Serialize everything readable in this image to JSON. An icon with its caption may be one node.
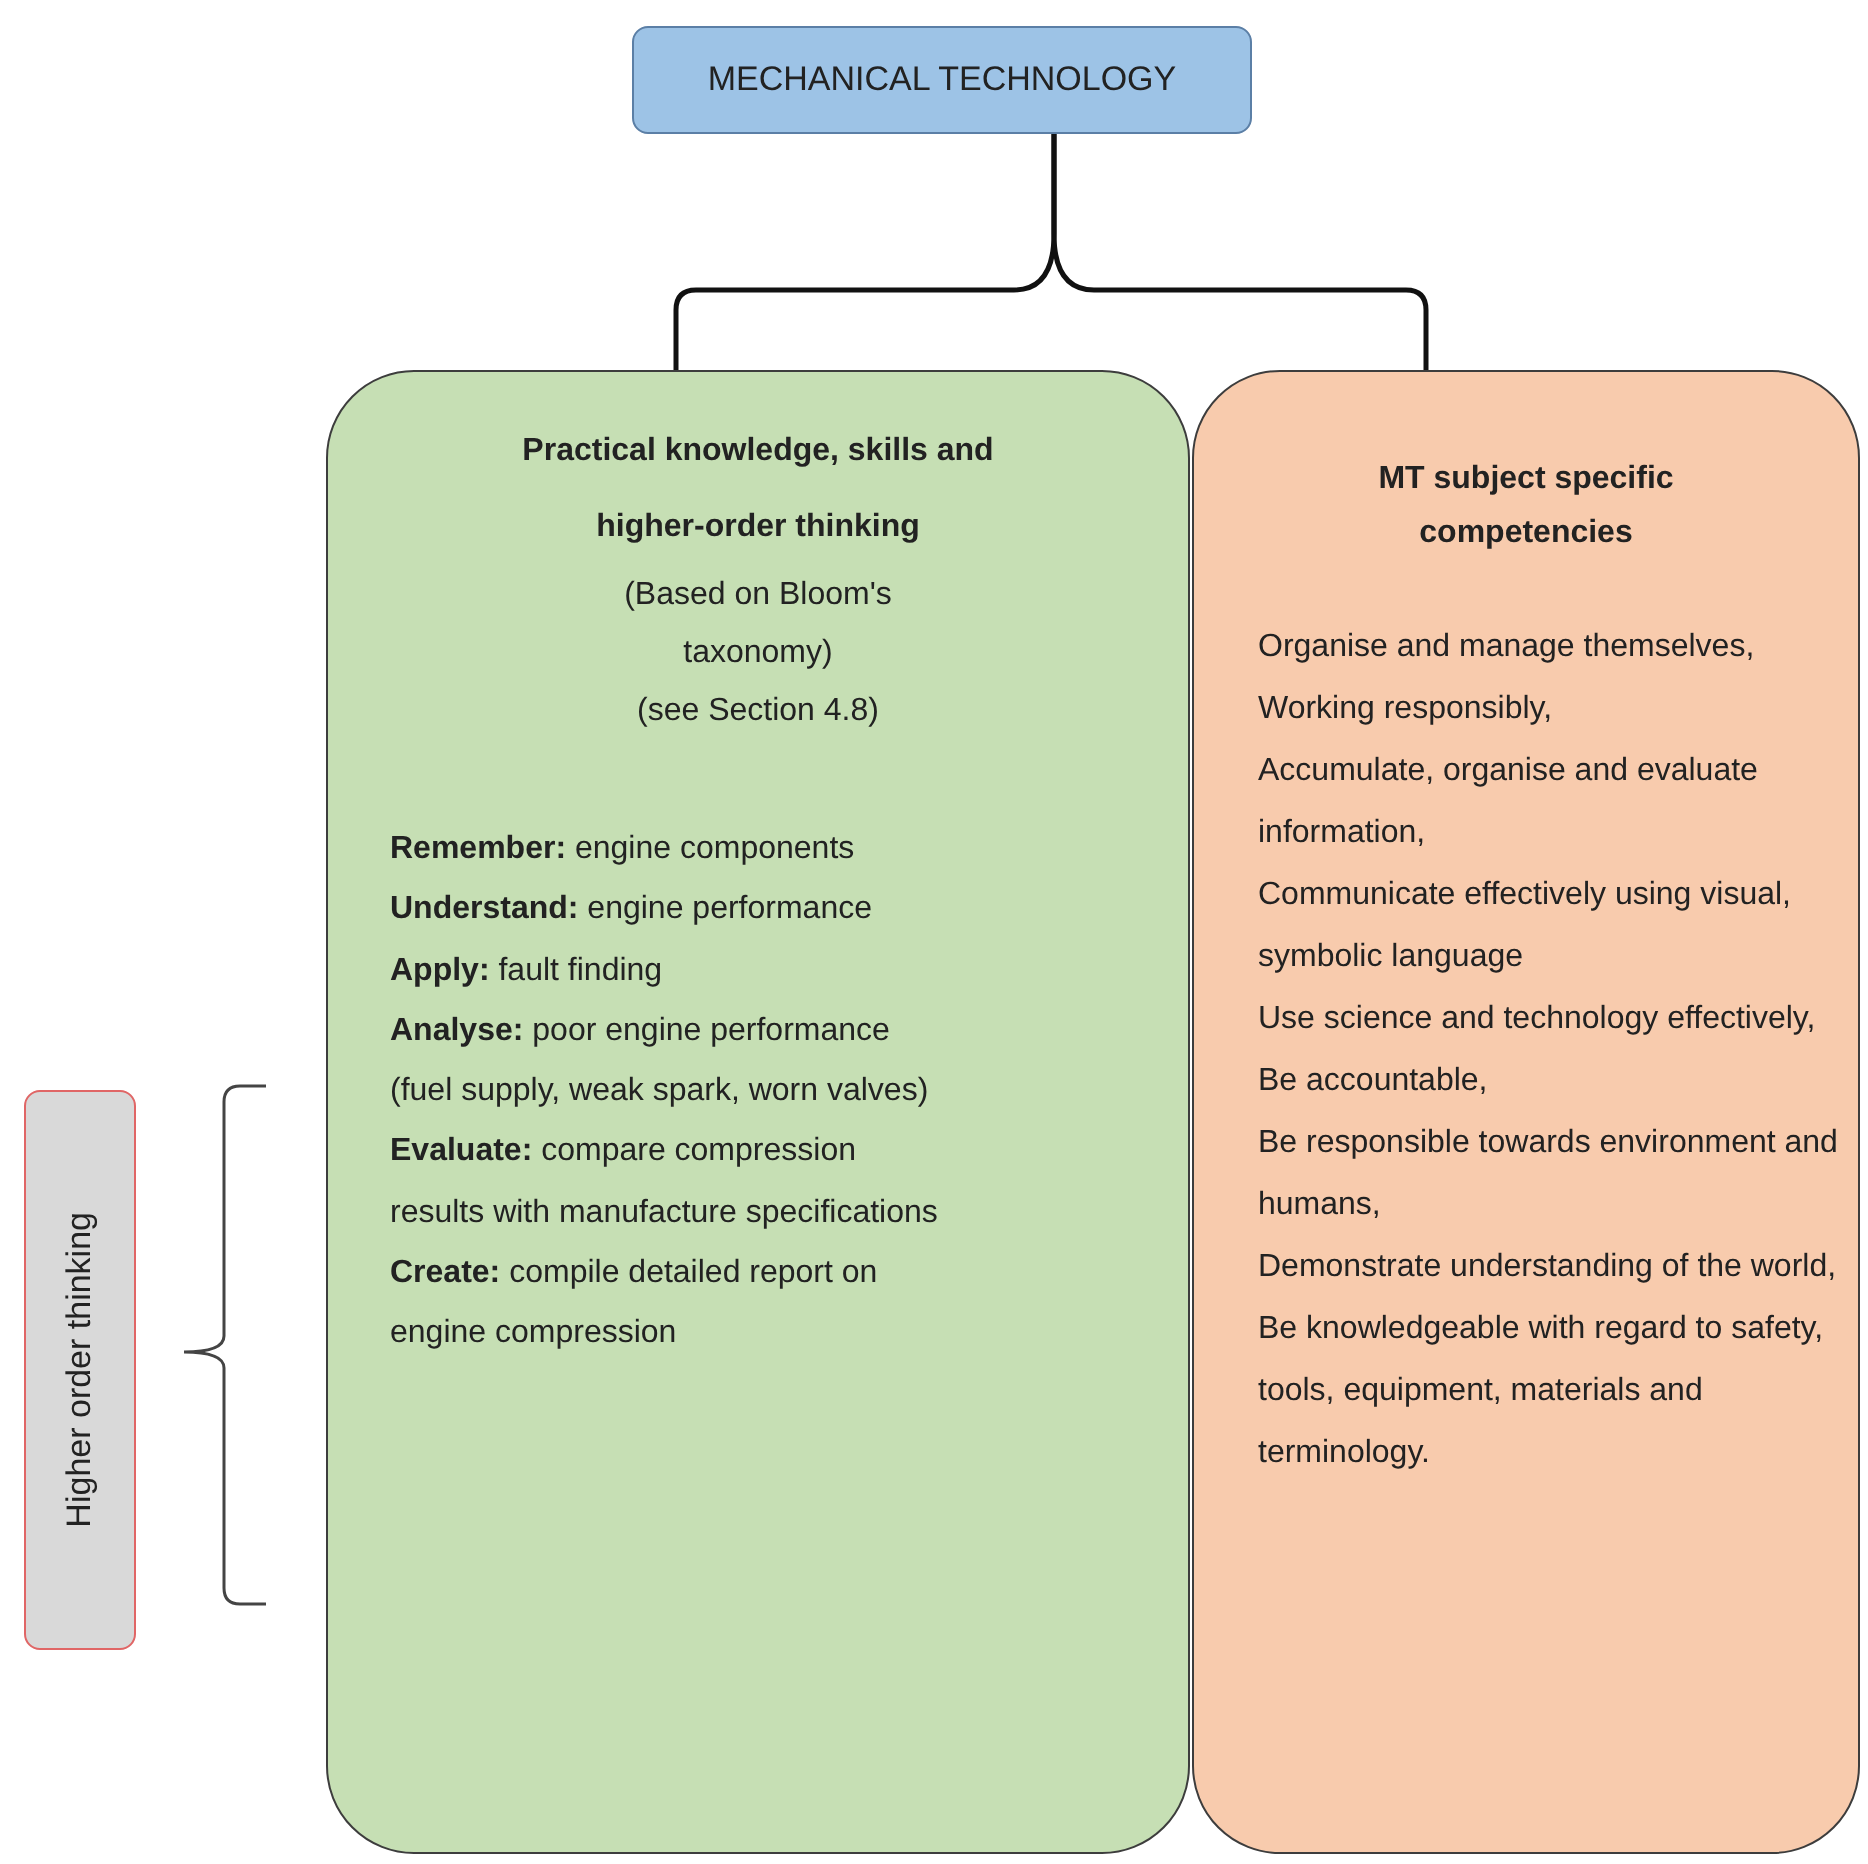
{
  "diagram": {
    "nodes": [
      {
        "text": [
          "MECHANICAL TECHNOLOGY"
        ]
      },
      {
        "text": [
          "Practical knowledge, skills and higher-order thinking",
          "(Based on Bloom's taxonomy)",
          "(see Section 4.8)",
          "**Remember:** engine components",
          "**Understand:** engine performance",
          "**Apply:** fault finding",
          "**Analyse:** poor engine performance (fuel supply, weak spark, worn valves)",
          "**Evaluate:** compare compression results with manufacture specifications",
          "**Create:** compile detailed report on engine compression"
        ]
      },
      {
        "text": [
          "MT subject specific competencies",
          "Organise and manage themselves,",
          "Working responsibly,",
          "Accumulate, organise and evaluate information,",
          "Communicate effectively using visual, symbolic language",
          "Use science and technology effectively,",
          "Be accountable,",
          "Be responsible towards environment and humans,",
          "Demonstrate understanding of the world,",
          "Be knowledgeable with regard to safety, tools, equipment, materials and terminology."
        ]
      },
      {
        "text": [
          "Higher order thinking"
        ]
      }
    ],
    "edges": [
      {
        "from": 0,
        "to": 1,
        "arrow": "none"
      },
      {
        "from": 0,
        "to": 2,
        "arrow": "none"
      }
    ]
  }
}
